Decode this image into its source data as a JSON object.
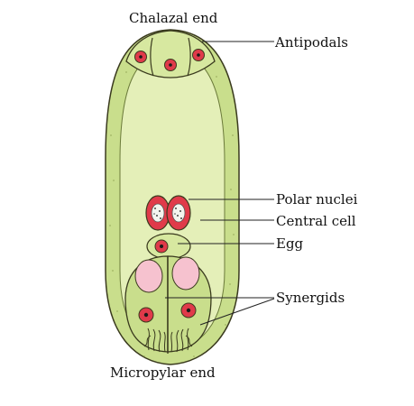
{
  "labels": {
    "chalazal": "Chalazal end",
    "antipodals": "Antipodals",
    "polar_nuclei": "Polar nuclei",
    "central_cell": "Central cell",
    "egg": "Egg",
    "synergids": "Synergids",
    "micropylar": "Micropylar end"
  },
  "colors": {
    "outer_wall": "#c9de8c",
    "inner_cell": "#e4efb8",
    "outline": "#3a3a1e",
    "nucleus_red": "#e03a4a",
    "vacuole_pink": "#f6c2cf",
    "dot": "#1a1a1a"
  }
}
